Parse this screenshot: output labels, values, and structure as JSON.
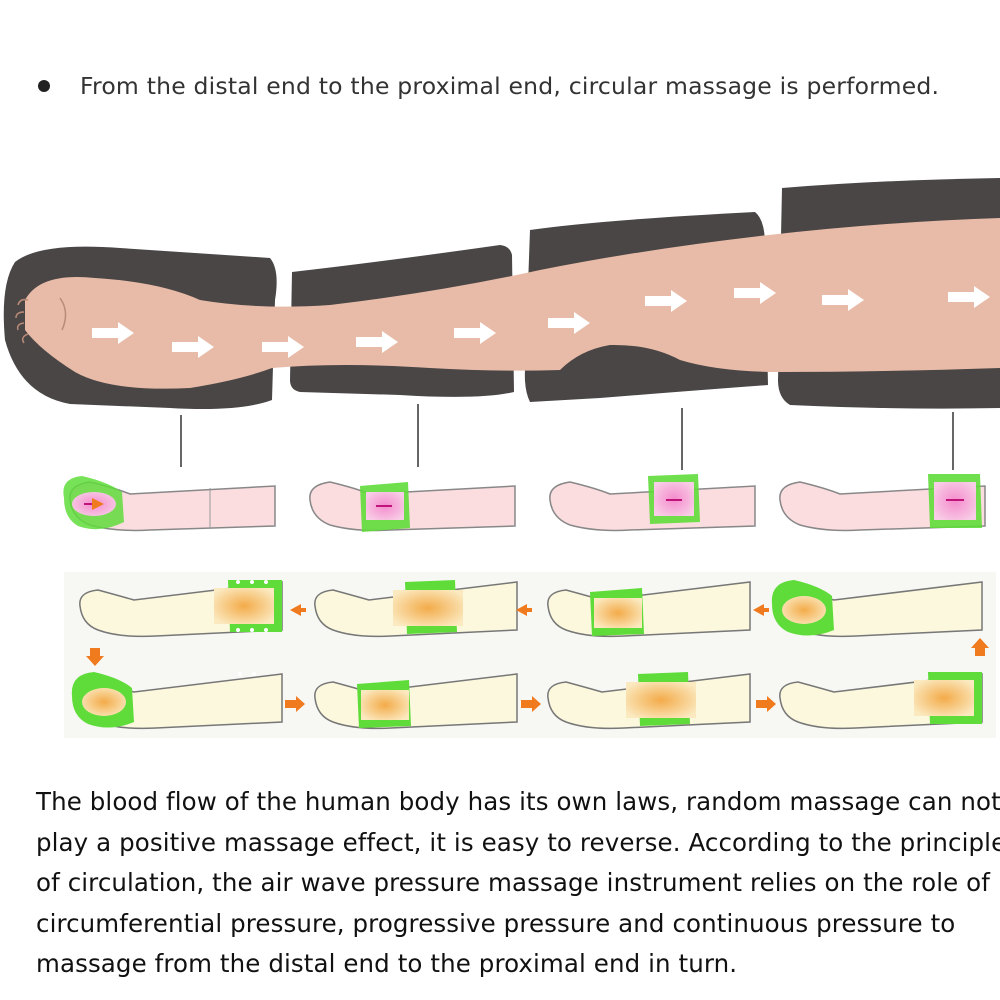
{
  "header": {
    "bullet_text": "From the distal end to the proximal end, circular massage is performed."
  },
  "description": {
    "lines": [
      "The blood flow of the human body has its own laws, random massage can not",
      "play a positive massage effect, it is easy to reverse. According to the principle",
      "of circulation, the air wave pressure massage instrument relies on the role of",
      "circumferential pressure, progressive pressure and continuous pressure to",
      "massage from the distal end to the proximal end in turn."
    ]
  },
  "colors": {
    "skin": "#e8bba8",
    "cuff": "#4a4646",
    "chamber_green": "#5fdc3a",
    "pressure_pink": "#f3a9d0",
    "pressure_orange": "#f5b862",
    "arrow_orange": "#f07a1e",
    "leg_outline": "#777777"
  },
  "cycle": {
    "top_row_active_chambers": [
      "thigh",
      "knee",
      "calf",
      "foot"
    ],
    "bottom_row_active_chambers": [
      "foot",
      "calf",
      "knee",
      "thigh"
    ]
  }
}
